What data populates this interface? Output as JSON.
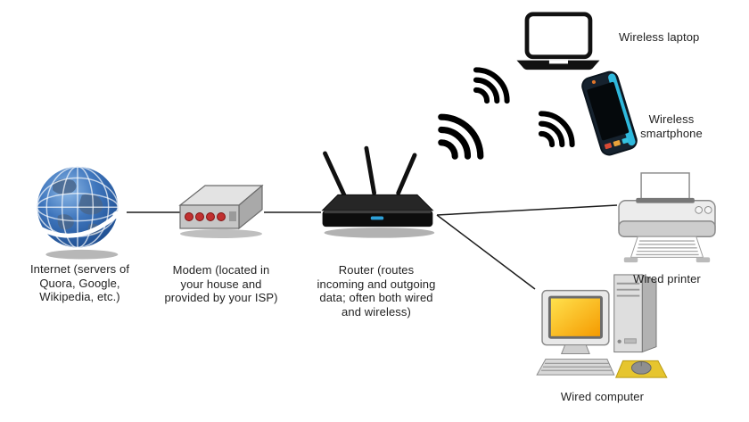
{
  "diagram_type": "home-network-diagram",
  "nodes": {
    "internet": {
      "label": "Internet (servers of Quora, Google, Wikipedia, etc.)",
      "icon": "globe-icon"
    },
    "modem": {
      "label": "Modem (located in your house and provided by your ISP)",
      "icon": "modem-icon"
    },
    "router": {
      "label": "Router (routes incoming and outgoing data; often both wired and wireless)",
      "icon": "router-icon"
    },
    "wireless_laptop": {
      "label": "Wireless laptop",
      "icon": "laptop-icon"
    },
    "wireless_smartphone": {
      "label": "Wireless smartphone",
      "icon": "smartphone-icon"
    },
    "wired_printer": {
      "label": "Wired printer",
      "icon": "printer-icon"
    },
    "wired_computer": {
      "label": "Wired computer",
      "icon": "desktop-computer-icon"
    }
  },
  "edges": [
    {
      "from": "internet",
      "to": "modem",
      "type": "wired"
    },
    {
      "from": "modem",
      "to": "router",
      "type": "wired"
    },
    {
      "from": "router",
      "to": "wired_printer",
      "type": "wired"
    },
    {
      "from": "router",
      "to": "wired_computer",
      "type": "wired"
    },
    {
      "from": "router",
      "to": "wireless_laptop",
      "type": "wireless"
    },
    {
      "from": "router",
      "to": "wireless_smartphone",
      "type": "wireless"
    }
  ],
  "colors": {
    "wire": "#1c1c1c",
    "globe_blue": "#3f76bd",
    "router_black": "#111111",
    "modem_gray": "#c6c6c6",
    "modem_led_red": "#c03030",
    "screen_yellow": "#ffd84d",
    "phone_cyan": "#2fb9dd",
    "label_text": "#1f1f1f",
    "background": "#ffffff"
  }
}
